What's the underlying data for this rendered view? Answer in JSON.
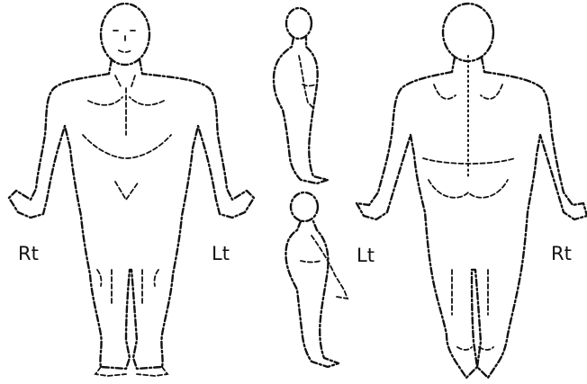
{
  "figure": {
    "views": [
      {
        "key": "front",
        "left_label": "Rt",
        "right_label": "Lt"
      },
      {
        "key": "back",
        "left_label": "Lt",
        "right_label": "Rt"
      }
    ]
  }
}
